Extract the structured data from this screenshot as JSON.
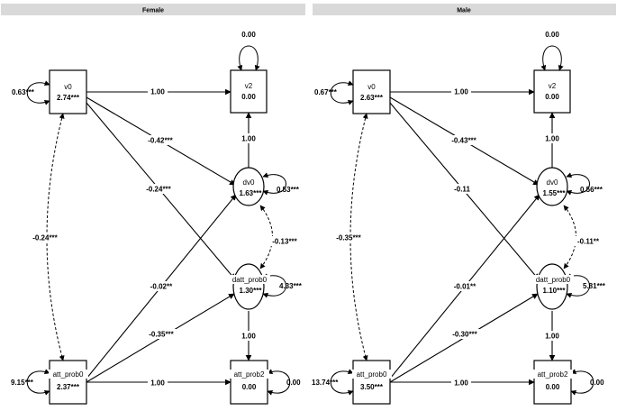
{
  "panels": [
    {
      "title": "Female",
      "nodes": {
        "v0": {
          "name": "v0",
          "value": "2.74***",
          "variance": "0.63***"
        },
        "v2": {
          "name": "v2",
          "value": "0.00",
          "variance": "0.00"
        },
        "dv0": {
          "name": "dv0",
          "value": "1.63***",
          "variance": "0.53***"
        },
        "datt_prob0": {
          "name": "datt_prob0",
          "value": "1.30***",
          "variance": "4.33***"
        },
        "att_prob0": {
          "name": "att_prob0",
          "value": "2.37***",
          "variance": "9.15***"
        },
        "att_prob2": {
          "name": "att_prob2",
          "value": "0.00",
          "variance": "0.00"
        }
      },
      "paths": {
        "v0_v2": "1.00",
        "v0_dv0": "-0.42***",
        "v0_datt": "-0.24***",
        "dv0_v2": "1.00",
        "dv0_datt_cov": "-0.13***",
        "v0_att_cov": "-0.24***",
        "att_dv0": "-0.02**",
        "att_datt": "-0.35***",
        "datt_att2": "1.00",
        "att_att2": "1.00"
      }
    },
    {
      "title": "Male",
      "nodes": {
        "v0": {
          "name": "v0",
          "value": "2.63***",
          "variance": "0.67***"
        },
        "v2": {
          "name": "v2",
          "value": "0.00",
          "variance": "0.00"
        },
        "dv0": {
          "name": "dv0",
          "value": "1.55***",
          "variance": "0.56***"
        },
        "datt_prob0": {
          "name": "datt_prob0",
          "value": "1.10***",
          "variance": "5.81***"
        },
        "att_prob0": {
          "name": "att_prob0",
          "value": "3.50***",
          "variance": "13.74***"
        },
        "att_prob2": {
          "name": "att_prob2",
          "value": "0.00",
          "variance": "0.00"
        }
      },
      "paths": {
        "v0_v2": "1.00",
        "v0_dv0": "-0.43***",
        "v0_datt": "-0.11",
        "dv0_v2": "1.00",
        "dv0_datt_cov": "-0.11**",
        "v0_att_cov": "-0.35***",
        "att_dv0": "-0.01**",
        "att_datt": "-0.30***",
        "datt_att2": "1.00",
        "att_att2": "1.00"
      }
    }
  ]
}
